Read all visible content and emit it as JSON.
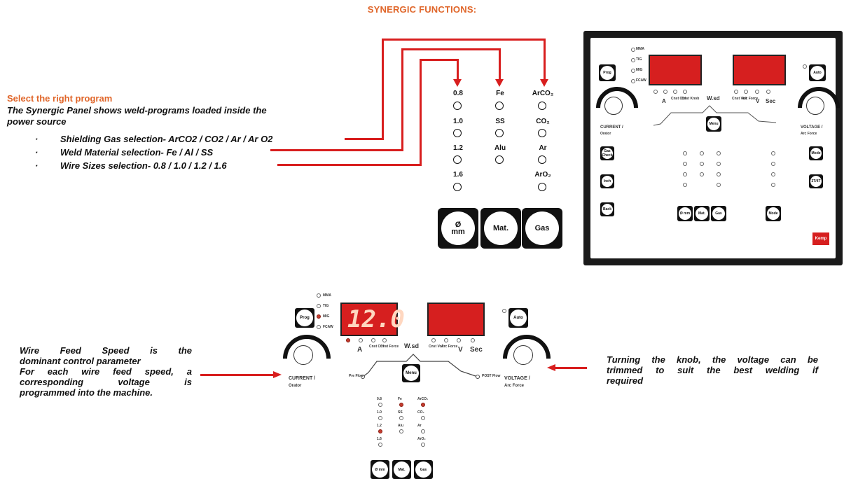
{
  "title": "SYNERGIC FUNCTIONS:",
  "intro": {
    "heading": "Select the right program",
    "line1": "The Synergic Panel shows weld-programs loaded inside the",
    "line2": "power source",
    "bullets": [
      "Shielding Gas selection- ArCO2 / CO2 / Ar / Ar O2",
      "Weld Material selection- Fe / Al / SS",
      "Wire Sizes selection- 0.8 / 1.0 / 1.2 / 1.6"
    ],
    "bullet_mark": "·"
  },
  "synergic_table": {
    "wire": [
      "0.8",
      "1.0",
      "1.2",
      "1.6"
    ],
    "material": [
      "Fe",
      "SS",
      "Alu"
    ],
    "gas": [
      "ArCO₂",
      "CO₂",
      "Ar",
      "ArO₂"
    ],
    "buttons": [
      {
        "l1": "Ø",
        "l2": "mm"
      },
      {
        "l1": "Mat.",
        "l2": ""
      },
      {
        "l1": "Gas",
        "l2": ""
      }
    ]
  },
  "panel": {
    "modes": [
      "MMA",
      "TIG",
      "MIG",
      "FCAW"
    ],
    "left_buttons": [
      "Prog",
      "Gas Check",
      "Inch",
      "Back"
    ],
    "right_buttons": [
      "Auto",
      "Mode",
      "2T/4T"
    ],
    "left_label": "CURRENT /",
    "left_sublabel": "Orator",
    "right_label": "VOLTAGE /",
    "right_sublabel": "Arc Force",
    "params": [
      "A",
      "Cnst Ctrl",
      "Cnst Knob",
      "W.sd",
      "Cnst Volt",
      "Arc Force",
      "V",
      "Sec"
    ],
    "menu": "Menu",
    "bottom_buttons": [
      "Ø mm",
      "Mat.",
      "Gas",
      "Mode"
    ],
    "brand": "Kemp"
  },
  "bottom_panel": {
    "display_value": "12.0",
    "modes": [
      "MMA",
      "TIG",
      "MIG",
      "FCAW"
    ],
    "prog": "Prog",
    "auto": "Auto",
    "params": [
      "A",
      "Cnst Ctrl",
      "Cnst Force",
      "W.sd",
      "Cnst Volt",
      "Arc Force",
      "V",
      "Sec"
    ],
    "left_label": "CURRENT /",
    "left_sublabel": "Orator",
    "right_label": "VOLTAGE /",
    "right_sublabel": "Arc Force",
    "menu": "Menu",
    "pre_flow": "Pre Flow",
    "post_flow": "POST Flow",
    "wire": [
      "0.8",
      "1.0",
      "1.2",
      "1.6"
    ],
    "material": [
      "Fe",
      "SS",
      "Alu"
    ],
    "gas": [
      "ArCO₂",
      "CO₂",
      "Ar",
      "ArO₂"
    ],
    "buttons": [
      "Ø mm",
      "Mat.",
      "Gas"
    ]
  },
  "left_note": {
    "lines": [
      "Wire Feed Speed is the",
      "dominant control parameter",
      "For each wire feed speed, a",
      "corresponding voltage is",
      "programmed into the machine."
    ]
  },
  "right_note": {
    "lines": [
      "Turning the knob, the voltage can be",
      "trimmed to suit the best welding if",
      "required"
    ]
  },
  "colors": {
    "accent": "#e0662a",
    "arrow": "#d81e1e",
    "display": "#d61f1f"
  }
}
